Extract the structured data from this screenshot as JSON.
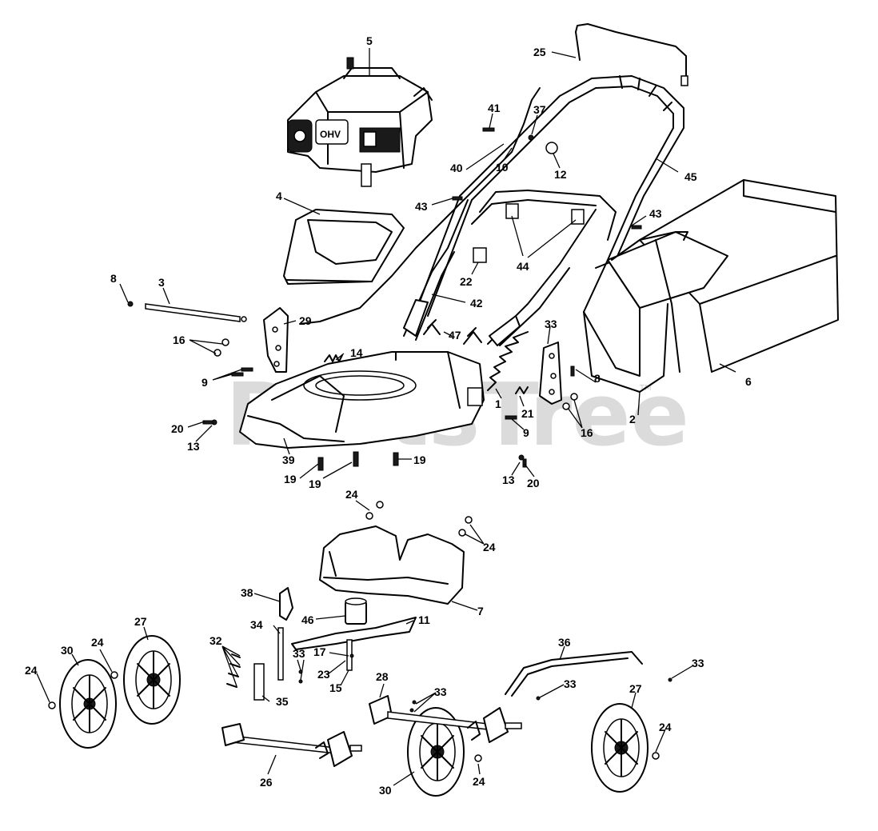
{
  "watermark": {
    "text": "PartsTree",
    "trademark": "TM"
  },
  "callouts": {
    "c1": "1",
    "c2": "2",
    "c3": "3",
    "c4": "4",
    "c5": "5",
    "c6": "6",
    "c7": "7",
    "c8a": "8",
    "c8b": "8",
    "c9a": "9",
    "c9b": "9",
    "c10": "10",
    "c11": "11",
    "c12": "12",
    "c13a": "13",
    "c13b": "13",
    "c14": "14",
    "c15": "15",
    "c16a": "16",
    "c16b": "16",
    "c17": "17",
    "c19a": "19",
    "c19b": "19",
    "c19c": "19",
    "c20a": "20",
    "c20b": "20",
    "c21": "21",
    "c22": "22",
    "c23": "23",
    "c24a": "24",
    "c24b": "24",
    "c24c": "24",
    "c24d": "24",
    "c24e": "24",
    "c24f": "24",
    "c25": "25",
    "c26": "26",
    "c27a": "27",
    "c27b": "27",
    "c28": "28",
    "c29": "29",
    "c30a": "30",
    "c30b": "30",
    "c32": "32",
    "c33a": "33",
    "c33b": "33",
    "c33c": "33",
    "c33d": "33",
    "c33e": "33",
    "c34": "34",
    "c35": "35",
    "c36": "36",
    "c37": "37",
    "c38": "38",
    "c39": "39",
    "c40": "40",
    "c41": "41",
    "c42": "42",
    "c43a": "43",
    "c43b": "43",
    "c44": "44",
    "c45": "45",
    "c46": "46",
    "c47": "47"
  },
  "engine_label": "OHV"
}
